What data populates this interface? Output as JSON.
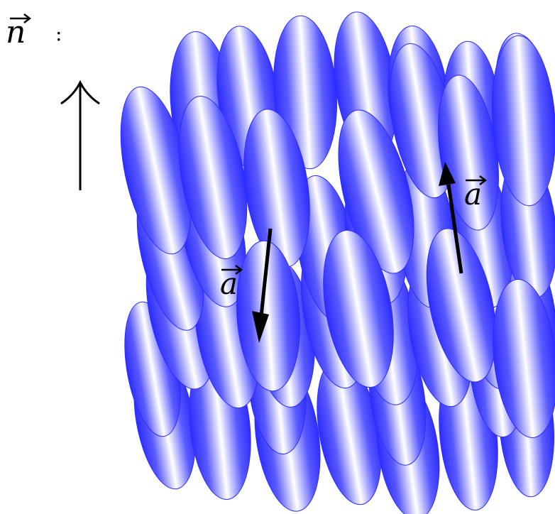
{
  "director": {
    "symbol": "n",
    "separator": ":"
  },
  "vectors": [
    {
      "symbol": "a",
      "direction": "down"
    },
    {
      "symbol": "a",
      "direction": "up"
    }
  ],
  "molecules": {
    "count": 44,
    "color": "#3434ff",
    "highlight": "#ffffff",
    "shade": "#2c2cff"
  }
}
